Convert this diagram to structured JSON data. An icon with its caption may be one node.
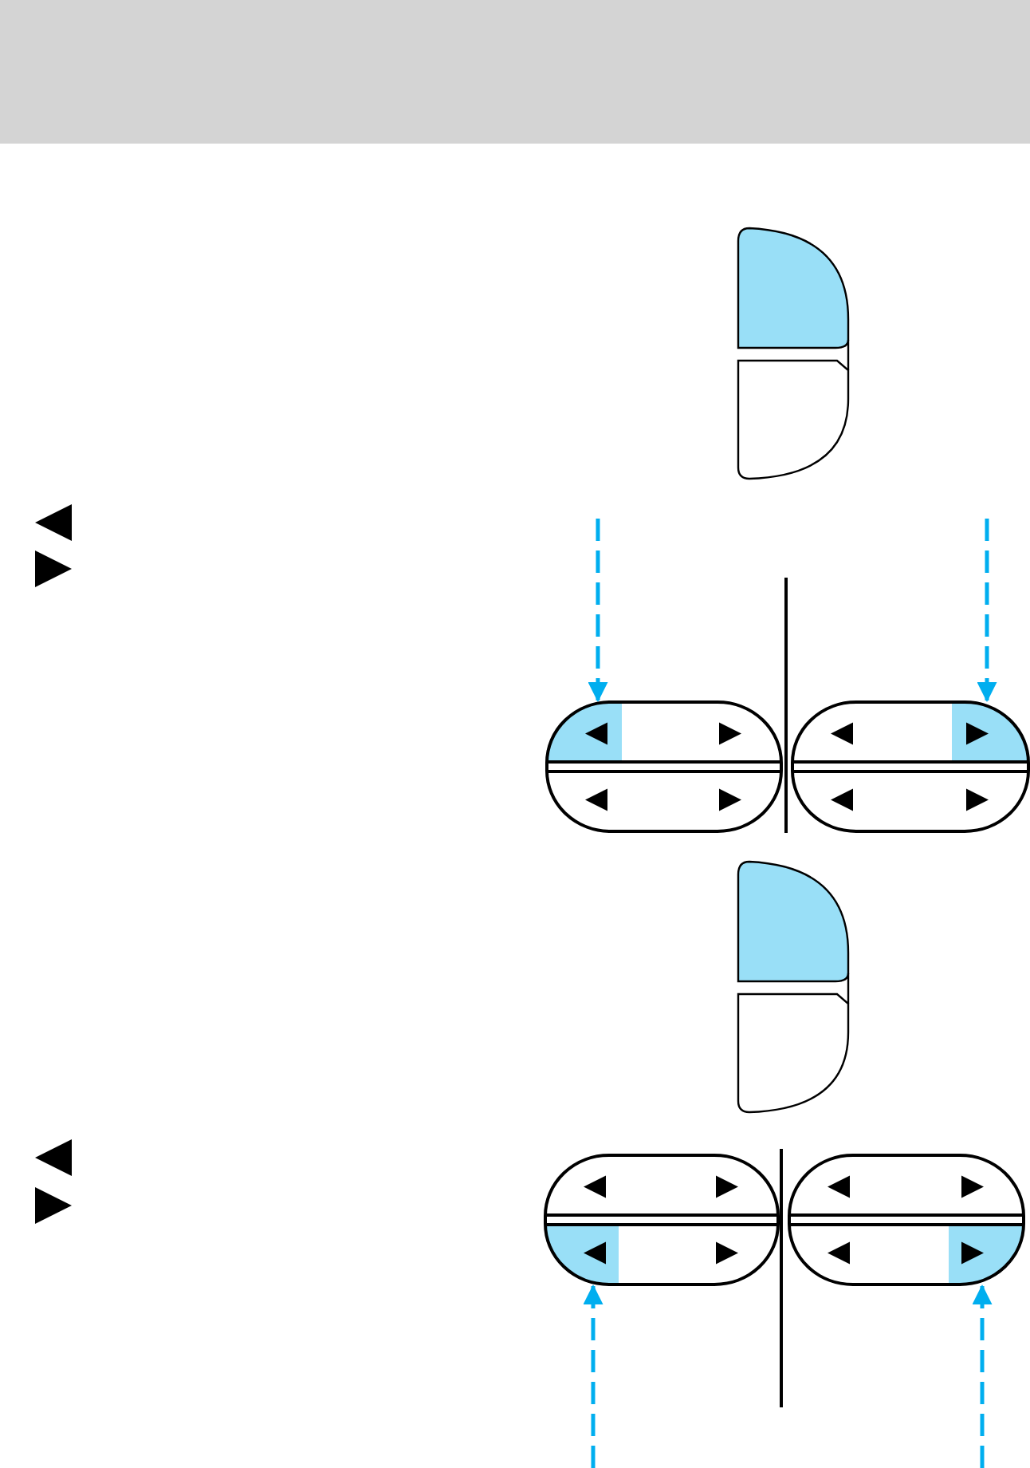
{
  "diagram": {
    "nodes": [
      {
        "text": [],
        "shape": "box"
      },
      {
        "text": [],
        "shape": "box"
      },
      {
        "text": [],
        "shape": "box"
      },
      {
        "text": [],
        "shape": "box"
      }
    ],
    "edges": [
      {
        "from": null,
        "to": 0,
        "arrow": "to",
        "style": "dashed",
        "color": "#00aeef"
      },
      {
        "from": null,
        "to": 1,
        "arrow": "to",
        "style": "dashed",
        "color": "#00aeef"
      },
      {
        "from": null,
        "to": 2,
        "arrow": "to",
        "style": "dashed",
        "color": "#00aeef"
      },
      {
        "from": null,
        "to": 3,
        "arrow": "to",
        "style": "dashed",
        "color": "#00aeef"
      }
    ]
  }
}
